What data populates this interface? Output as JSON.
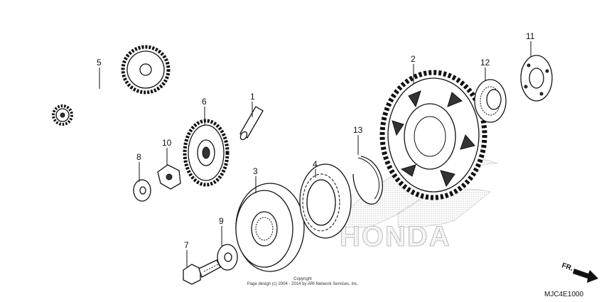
{
  "callouts": {
    "p1": "1",
    "p2": "2",
    "p3": "3",
    "p4": "4",
    "p5": "5",
    "p6": "6",
    "p7": "7",
    "p8": "8",
    "p9": "9",
    "p10": "10",
    "p11": "11",
    "p12": "12",
    "p13": "13"
  },
  "watermark": {
    "brand": "HONDA"
  },
  "copyright": {
    "line1": "Copyright",
    "line2": "Page design (c) 2004 - 2014 by ARI Network Services, Inc."
  },
  "diagram_code": "MJC4E1000",
  "front_indicator": "FR."
}
